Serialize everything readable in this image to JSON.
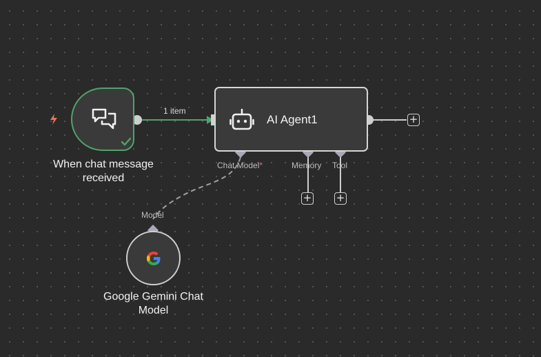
{
  "canvas": {
    "edge_label": "1 item"
  },
  "nodes": {
    "trigger": {
      "label_line1": "When chat message",
      "label_line2": "received",
      "status": "success"
    },
    "agent": {
      "title": "AI Agent1",
      "ports": {
        "chat_model": "Chat Model",
        "chat_model_required": "*",
        "memory": "Memory",
        "tool": "Tool"
      }
    },
    "gemini": {
      "port_label": "Model",
      "label_line1": "Google Gemini Chat",
      "label_line2": "Model"
    }
  },
  "buttons": {
    "add_symbol": "+"
  },
  "colors": {
    "success": "#4fa46e",
    "trigger_icon": "#e8735a",
    "required": "#e66a6a"
  }
}
